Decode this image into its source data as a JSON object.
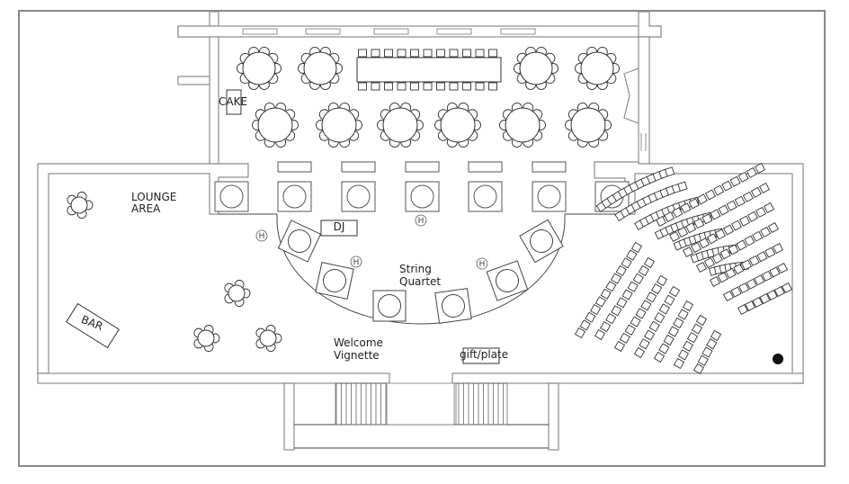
{
  "labels": {
    "cake": "CAKE",
    "lounge_line1": "LOUNGE",
    "lounge_line2": "AREA",
    "dj": "DJ",
    "quartet_line1": "String",
    "quartet_line2": "Quartet",
    "bar": "BAR",
    "welcome_line1": "Welcome",
    "welcome_line2": "Vignette",
    "gift": "gift/plate"
  },
  "heater_label": "H",
  "colors": {
    "wall": "#8c8c8c",
    "ink": "#333333",
    "marker": "#111111"
  }
}
